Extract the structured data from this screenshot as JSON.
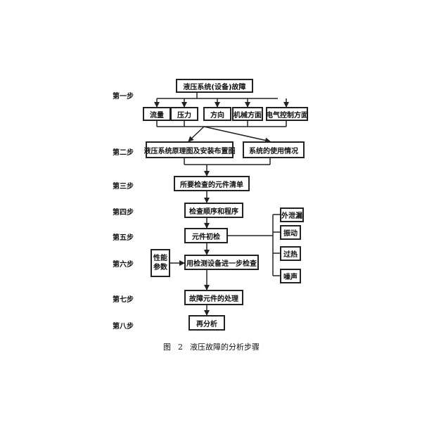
{
  "steps": [
    "第一步",
    "第二步",
    "第三步",
    "第四步",
    "第五步",
    "第六步",
    "第七步",
    "第八步"
  ],
  "nodes": {
    "fault": "液压系统(设备)故障",
    "flow": "流量",
    "pressure": "压力",
    "direction": "方向",
    "mechanical": "机械方面",
    "electrical": "电气控制方面",
    "schematic": "液压系统原理图及安装布置图",
    "usage": "系统的使用情况",
    "checklist": "所要检查的元件清单",
    "sequence": "检查顺序和程序",
    "initial": "元件初检",
    "performance": "性能参数",
    "further": "用检测设备进一步检查",
    "handling": "故障元件的处理",
    "reanalysis": "再分析",
    "leak": "外泄漏",
    "vibration": "振动",
    "overheat": "过热",
    "noise": "噪声"
  },
  "caption": {
    "figure": "图",
    "number": "2",
    "title": "液压故障的分析步骤"
  }
}
